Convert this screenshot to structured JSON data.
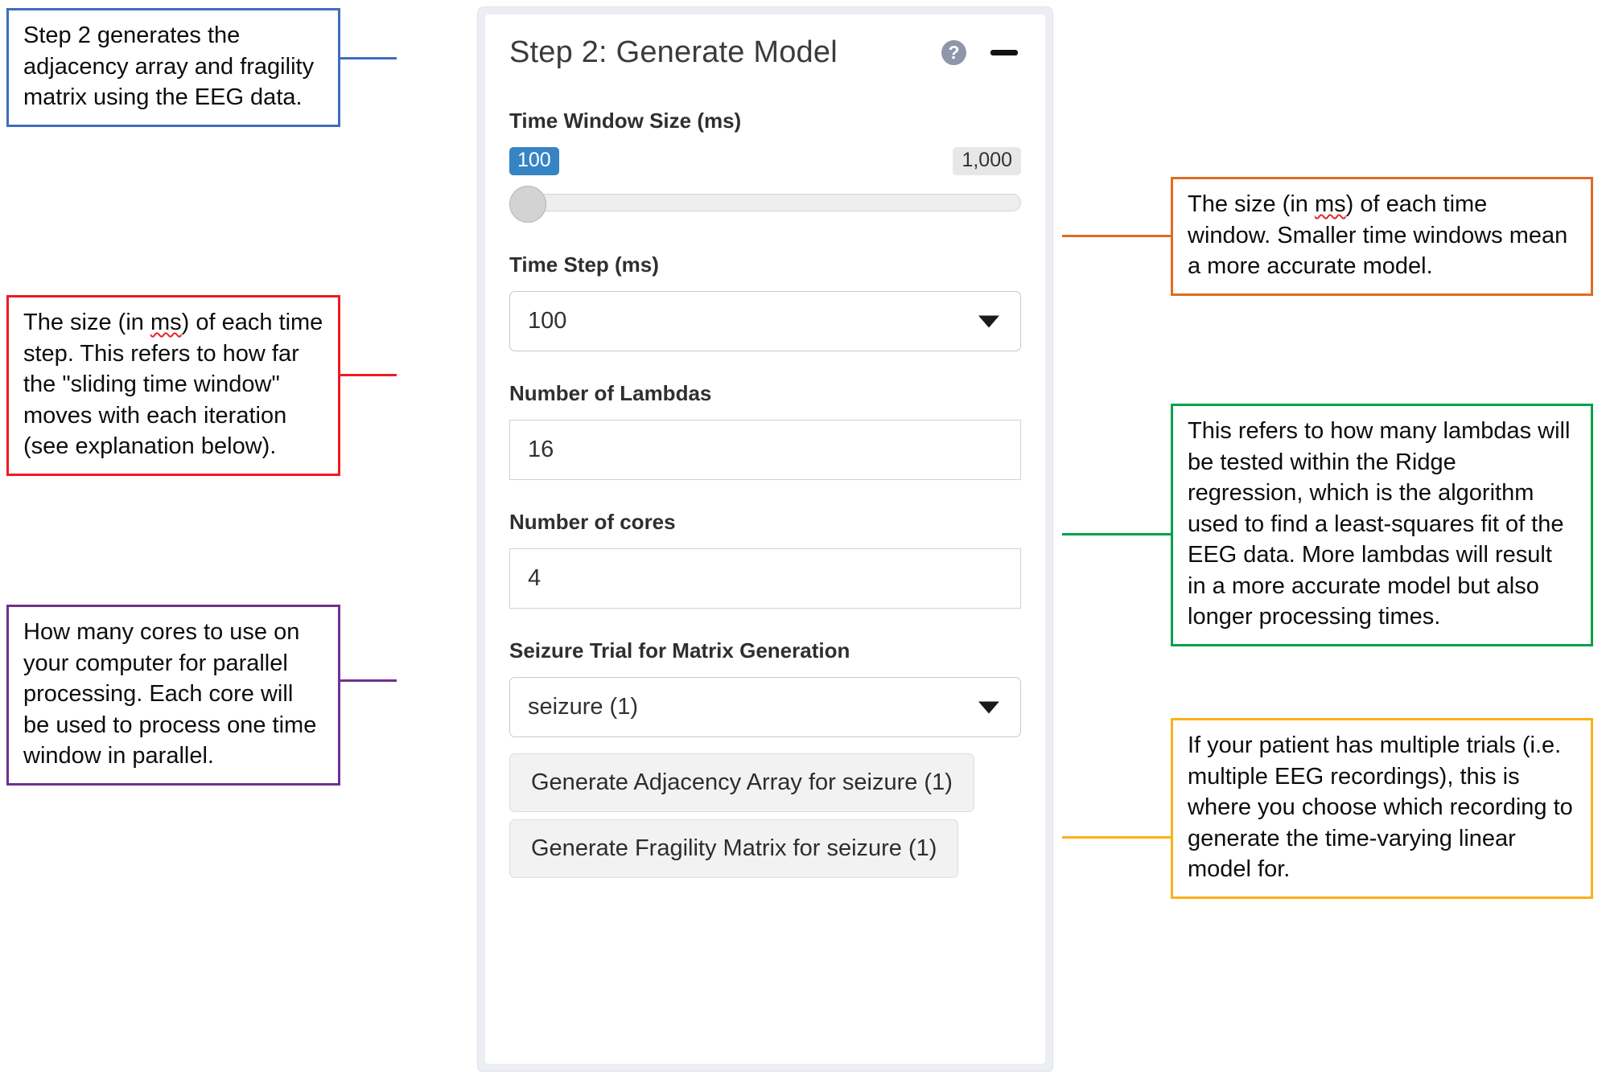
{
  "panel": {
    "title": "Step 2: Generate Model",
    "help_icon": "?",
    "fields": {
      "time_window": {
        "label": "Time Window Size (ms)",
        "min_badge": "100",
        "max_badge": "1,000"
      },
      "time_step": {
        "label": "Time Step (ms)",
        "value": "100"
      },
      "num_lambdas": {
        "label": "Number of Lambdas",
        "value": "16"
      },
      "num_cores": {
        "label": "Number of cores",
        "value": "4"
      },
      "seizure_trial": {
        "label": "Seizure Trial for Matrix Generation",
        "value": "seizure (1)"
      }
    },
    "buttons": {
      "adjacency": "Generate Adjacency Array for seizure (1)",
      "fragility": "Generate Fragility Matrix for seizure (1)"
    }
  },
  "annotations": {
    "step2": {
      "text": "Step 2 generates the adjacency array and fragility matrix using the EEG data.",
      "color": "#3f6dbd"
    },
    "time_window": {
      "text_before": "The size (in ",
      "misspelled": "ms",
      "text_after": ") of each time window. Smaller time windows mean a more accurate model.",
      "color": "#e06c1f"
    },
    "time_step": {
      "text_before": "The size (in ",
      "misspelled": "ms",
      "text_after": ") of each time step. This refers to how far the \"sliding time window\" moves with each iteration (see explanation below).",
      "color": "#ee1b22"
    },
    "lambdas": {
      "text": "This refers to how many lambdas will be tested within the Ridge regression, which is the algorithm used to find a least-squares fit of the EEG data. More lambdas will result in a more accurate model but also longer processing times.",
      "color": "#00a14b"
    },
    "cores": {
      "text": "How many cores to use on your computer for parallel processing. Each core will be used to process one time window in parallel.",
      "color": "#71308f"
    },
    "seizure_trial": {
      "text": "If your patient has multiple trials (i.e. multiple EEG recordings), this is where you choose which recording to generate the time-varying linear model for.",
      "color": "#fbb117"
    }
  }
}
